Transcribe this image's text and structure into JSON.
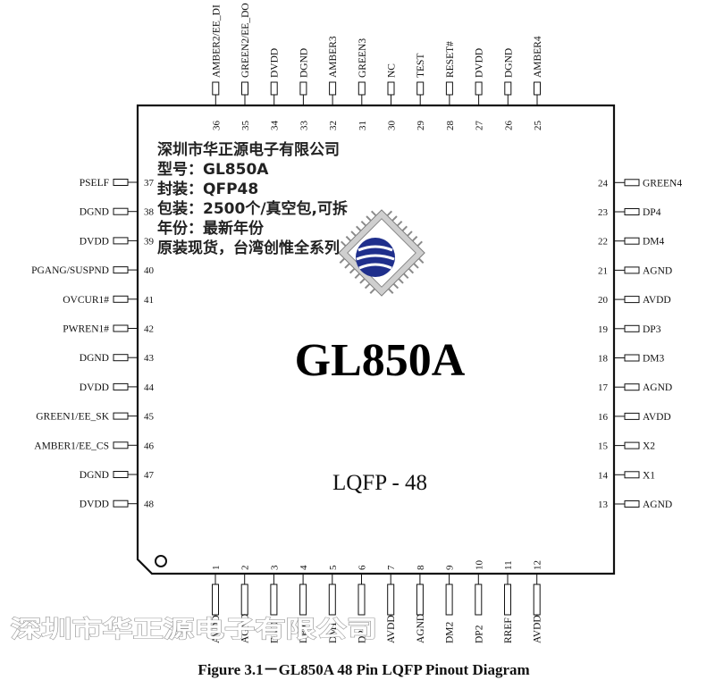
{
  "chip": {
    "name": "GL850A",
    "package": "LQFP - 48"
  },
  "info_lines": [
    "深圳市华正源电子有限公司",
    "型号：GL850A",
    "封装：QFP48",
    "包装：2500个/真空包,可拆",
    "年份：最新年份",
    "原装现货，台湾创惟全系列"
  ],
  "watermark": "深圳市华正源电子有限公司",
  "caption": "Figure 3.1－GL850A 48 Pin LQFP Pinout Diagram",
  "pins_bottom": [
    {
      "num": "1",
      "name": "AVDD"
    },
    {
      "num": "2",
      "name": "AGND"
    },
    {
      "num": "3",
      "name": "DM0"
    },
    {
      "num": "4",
      "name": "DP0"
    },
    {
      "num": "5",
      "name": "DM1"
    },
    {
      "num": "6",
      "name": "DP1"
    },
    {
      "num": "7",
      "name": "AVDD"
    },
    {
      "num": "8",
      "name": "AGND"
    },
    {
      "num": "9",
      "name": "DM2"
    },
    {
      "num": "10",
      "name": "DP2"
    },
    {
      "num": "11",
      "name": "RREF"
    },
    {
      "num": "12",
      "name": "AVDD"
    }
  ],
  "pins_right": [
    {
      "num": "13",
      "name": "AGND"
    },
    {
      "num": "14",
      "name": "X1"
    },
    {
      "num": "15",
      "name": "X2"
    },
    {
      "num": "16",
      "name": "AVDD"
    },
    {
      "num": "17",
      "name": "AGND"
    },
    {
      "num": "18",
      "name": "DM3"
    },
    {
      "num": "19",
      "name": "DP3"
    },
    {
      "num": "20",
      "name": "AVDD"
    },
    {
      "num": "21",
      "name": "AGND"
    },
    {
      "num": "22",
      "name": "DM4"
    },
    {
      "num": "23",
      "name": "DP4"
    },
    {
      "num": "24",
      "name": "GREEN4"
    }
  ],
  "pins_top": [
    {
      "num": "25",
      "name": "AMBER4"
    },
    {
      "num": "26",
      "name": "DGND"
    },
    {
      "num": "27",
      "name": "DVDD"
    },
    {
      "num": "28",
      "name": "RESET#"
    },
    {
      "num": "29",
      "name": "TEST"
    },
    {
      "num": "30",
      "name": "NC"
    },
    {
      "num": "31",
      "name": "GREEN3"
    },
    {
      "num": "32",
      "name": "AMBER3"
    },
    {
      "num": "33",
      "name": "DGND"
    },
    {
      "num": "34",
      "name": "DVDD"
    },
    {
      "num": "35",
      "name": "GREEN2/EE_DO"
    },
    {
      "num": "36",
      "name": "AMBER2/EE_DI"
    }
  ],
  "pins_left": [
    {
      "num": "37",
      "name": "PSELF"
    },
    {
      "num": "38",
      "name": "DGND"
    },
    {
      "num": "39",
      "name": "DVDD"
    },
    {
      "num": "40",
      "name": "PGANG/SUSPND"
    },
    {
      "num": "41",
      "name": "OVCUR1#"
    },
    {
      "num": "42",
      "name": "PWREN1#"
    },
    {
      "num": "43",
      "name": "DGND"
    },
    {
      "num": "44",
      "name": "DVDD"
    },
    {
      "num": "45",
      "name": "GREEN1/EE_SK"
    },
    {
      "num": "46",
      "name": "AMBER1/EE_CS"
    },
    {
      "num": "47",
      "name": "DGND"
    },
    {
      "num": "48",
      "name": "DVDD"
    }
  ],
  "colors": {
    "logo_blue": "#1f2f8c",
    "logo_grey": "#9a9a9a",
    "line": "#111111"
  }
}
